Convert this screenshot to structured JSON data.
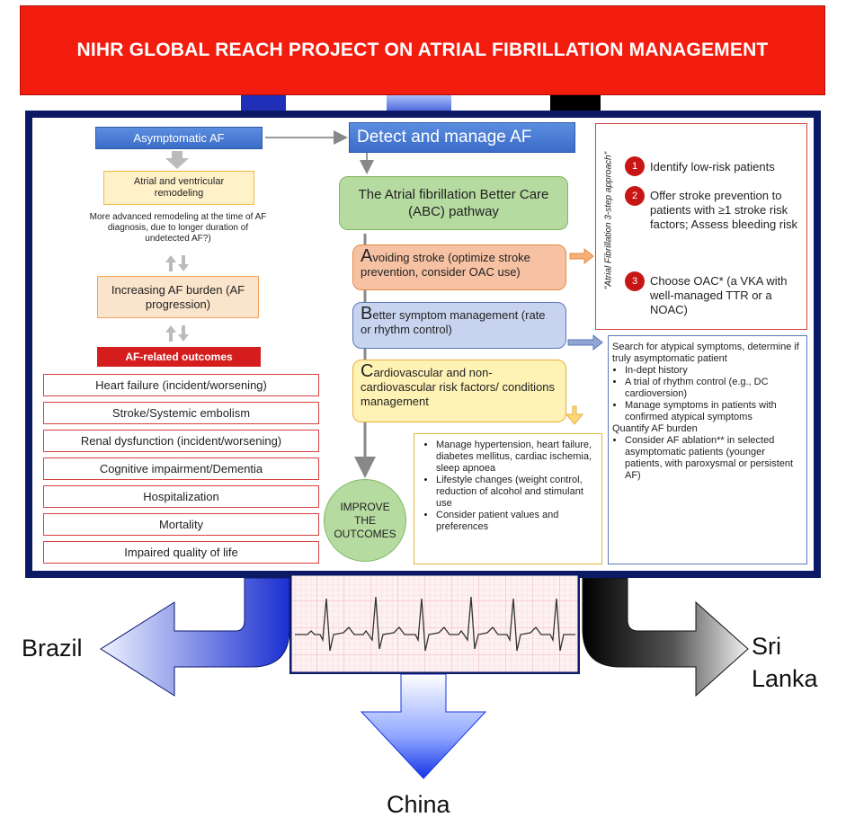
{
  "banner": {
    "title": "NIHR GLOBAL REACH PROJECT ON ATRIAL FIBRILLATION MANAGEMENT"
  },
  "left": {
    "asymptomatic": "Asymptomatic AF",
    "remodeling": "Atrial and ventricular remodeling",
    "remodeling_note": "More advanced remodeling at the time of AF diagnosis, due to longer duration of undetected AF?)",
    "burden": "Increasing AF burden (AF progression)",
    "outcomes_header": "AF-related outcomes",
    "outcomes": [
      "Heart failure (incident/worsening)",
      "Stroke/Systemic embolism",
      "Renal dysfunction (incident/worsening)",
      "Cognitive impairment/Dementia",
      "Hospitalization",
      "Mortality",
      "Impaired quality of life"
    ]
  },
  "center": {
    "detect": "Detect and manage AF",
    "abc_title": "The Atrial fibrillation Better Care (ABC) pathway",
    "a_first": "A",
    "a_rest": "voiding stroke (optimize stroke prevention, consider OAC use)",
    "b_first": "B",
    "b_rest": "etter symptom management (rate or rhythm control)",
    "c_first": "C",
    "c_rest": "ardiovascular and non-cardiovascular risk factors/ conditions management",
    "improve": "IMPROVE THE OUTCOMES"
  },
  "steps": {
    "side_label": "\"Atrial Fibrillation 3-step approach\"",
    "items": [
      {
        "num": "1",
        "text": "Identify low-risk patients"
      },
      {
        "num": "2",
        "text": "Offer stroke prevention to patients with ≥1 stroke risk factors; Assess bleeding risk"
      },
      {
        "num": "3",
        "text": "Choose OAC* (a VKA with well-managed TTR or a NOAC)"
      }
    ]
  },
  "symptoms": {
    "intro": "Search for atypical symptoms, determine if truly asymptomatic patient",
    "items": [
      "In-dept history",
      "A trial of rhythm control (e.g., DC cardioversion)",
      "Manage symptoms in patients with confirmed atypical symptoms"
    ],
    "quantify": "Quantify AF burden",
    "items2": [
      "Consider AF ablation** in selected asymptomatic patients (younger patients, with paroxysmal or persistent AF)"
    ]
  },
  "risk": {
    "items": [
      "Manage hypertension, heart failure, diabetes mellitus, cardiac ischemia, sleep apnoea",
      "Lifestyle changes (weight control, reduction of alcohol and stimulant use",
      "Consider patient values and preferences"
    ]
  },
  "countries": {
    "left": "Brazil",
    "right_1": "Sri",
    "right_2": "Lanka",
    "bottom": "China"
  },
  "colors": {
    "banner": "#f21d0f",
    "frame": "#0c1a66",
    "blue": "#3b6cc8",
    "red": "#d51d1d"
  }
}
